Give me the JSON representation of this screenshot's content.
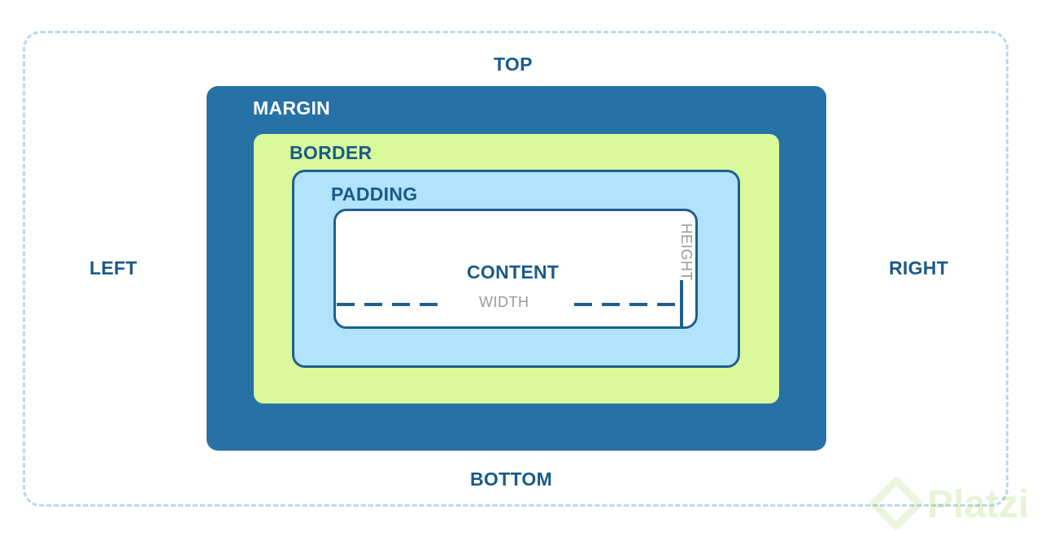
{
  "diagram": {
    "outer_labels": {
      "top": "TOP",
      "bottom": "BOTTOM",
      "left": "LEFT",
      "right": "RIGHT"
    },
    "layers": {
      "margin": "MARGIN",
      "border": "BORDER",
      "padding": "PADDING",
      "content": "CONTENT"
    },
    "dimensions": {
      "width": "WIDTH",
      "height": "HEIGHT"
    },
    "colors": {
      "margin": "#2671a5",
      "border": "#d9f99a",
      "padding": "#b1e3fb",
      "content": "#ffffff",
      "outline": "#1f5f8f",
      "outer_dashed": "#b9d9ef"
    }
  },
  "watermark": {
    "text": "Platzi",
    "icon": "platzi-logo-icon"
  }
}
